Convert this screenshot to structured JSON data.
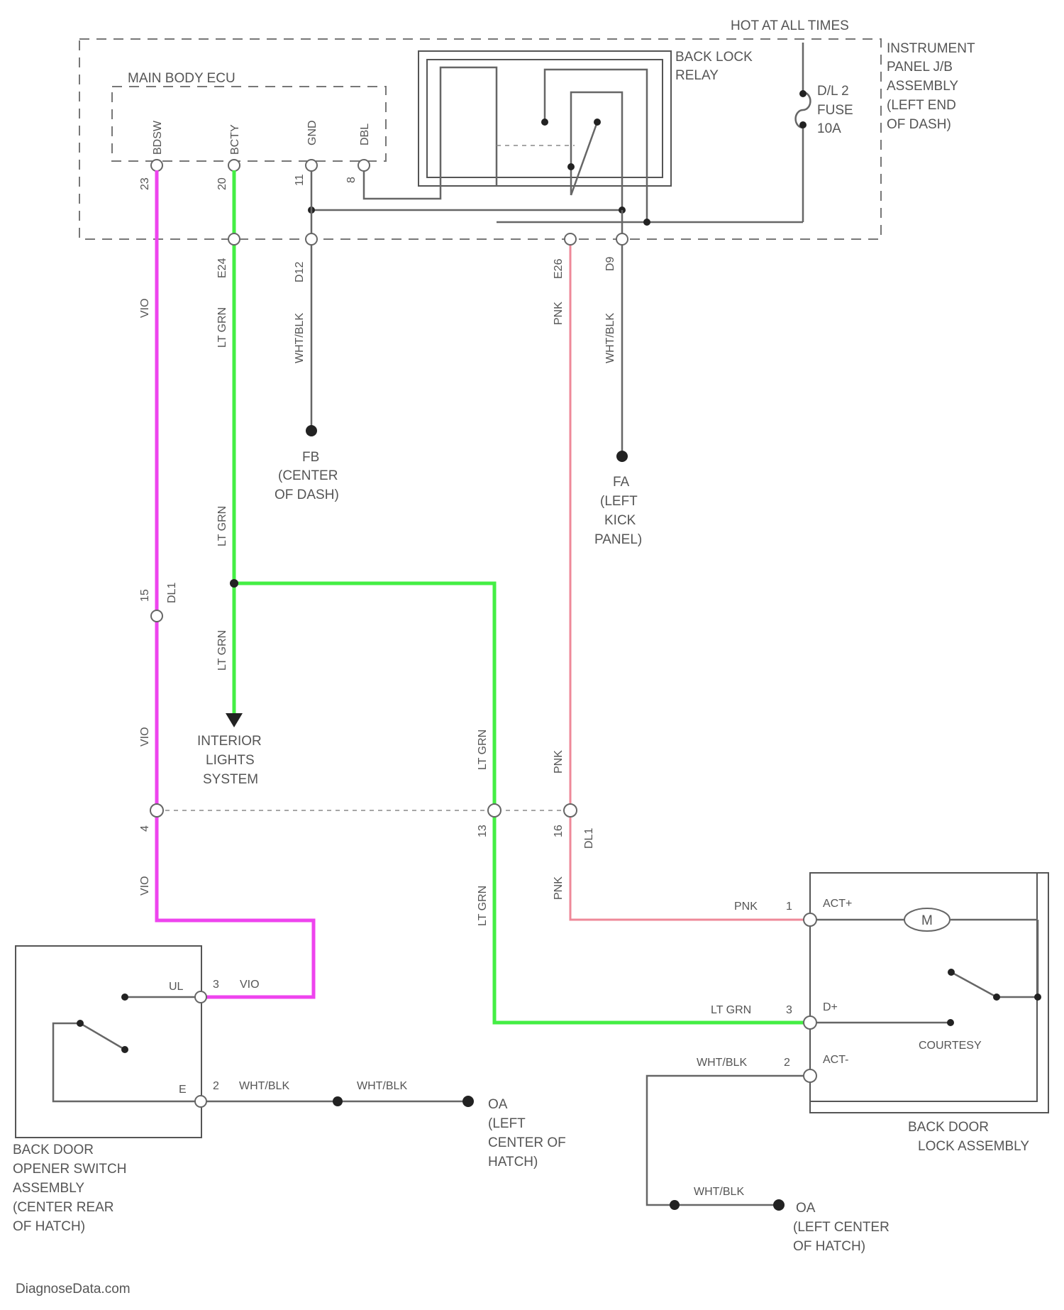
{
  "power": {
    "hot_at_all_times": "HOT AT ALL TIMES"
  },
  "ij_box": {
    "label": [
      "INSTRUMENT",
      "PANEL J/B",
      "ASSEMBLY",
      "(LEFT END",
      "OF DASH)"
    ],
    "fuse": [
      "D/L 2",
      "FUSE",
      "10A"
    ]
  },
  "relay": {
    "label": [
      "BACK LOCK",
      "RELAY"
    ]
  },
  "ecu": {
    "label": "MAIN BODY ECU",
    "pins": {
      "bdsw": "BDSW",
      "bcty": "BCTY",
      "gnd": "GND",
      "dbl": "DBL"
    },
    "pin_nums": {
      "bdsw": "23",
      "bcty": "20",
      "gnd": "11",
      "dbl": "8"
    }
  },
  "wires": {
    "vio": "VIO",
    "lt_grn": "LT GRN",
    "wht_blk": "WHT/BLK",
    "pnk": "PNK",
    "conn_e24": "E24",
    "conn_d12": "D12",
    "conn_e26": "E26",
    "conn_d9": "D9",
    "conn_dl1": "DL1",
    "pin_15": "15",
    "pin_4": "4",
    "pin_13": "13",
    "pin_16": "16"
  },
  "grounds": {
    "fb": [
      "FB",
      "(CENTER",
      "OF DASH)"
    ],
    "fa": [
      "FA",
      "(LEFT",
      "KICK",
      "PANEL)"
    ],
    "oa_left": [
      "OA",
      "(LEFT",
      "CENTER OF",
      "HATCH)"
    ],
    "oa_right": [
      "OA",
      "(LEFT CENTER",
      "OF HATCH)"
    ]
  },
  "interior": [
    "INTERIOR",
    "LIGHTS",
    "SYSTEM"
  ],
  "opener": {
    "label": [
      "BACK DOOR",
      "OPENER SWITCH",
      "ASSEMBLY",
      "(CENTER REAR",
      "OF HATCH)"
    ],
    "pin_ul": "UL",
    "pin_e": "E",
    "pin_3": "3",
    "pin_2": "2"
  },
  "lock_assy": {
    "label": [
      "BACK DOOR",
      "LOCK ASSEMBLY"
    ],
    "act_plus": "ACT+",
    "d_plus": "D+",
    "act_minus": "ACT-",
    "motor": "M",
    "courtesy": "COURTESY",
    "pin_1": "1",
    "pin_3": "3",
    "pin_2": "2"
  },
  "footer": "DiagnoseData.com",
  "colors": {
    "violet": "#ee44ee",
    "lt_green": "#44ee44",
    "pink": "#ee8899"
  }
}
